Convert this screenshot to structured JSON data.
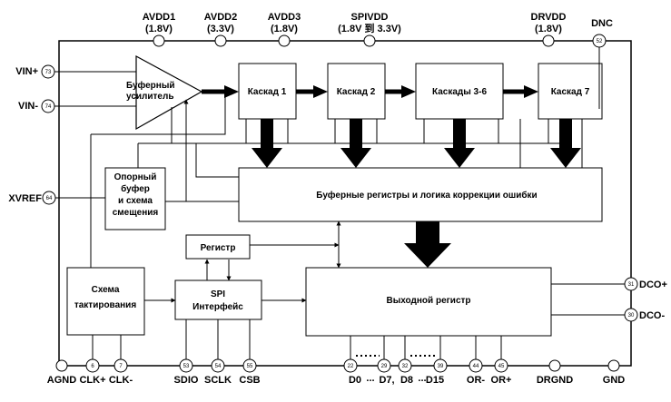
{
  "top_pins": [
    {
      "id": "avdd1",
      "name": "AVDD1",
      "voltage": "(1.8V)"
    },
    {
      "id": "avdd2",
      "name": "AVDD2",
      "voltage": "(3.3V)"
    },
    {
      "id": "avdd3",
      "name": "AVDD3",
      "voltage": "(1.8V)"
    },
    {
      "id": "spivdd",
      "name": "SPIVDD",
      "voltage": "(1.8V 到 3.3V)"
    },
    {
      "id": "drvdd",
      "name": "DRVDD",
      "voltage": "(1.8V)"
    },
    {
      "id": "dnc",
      "name": "DNC",
      "number": "52"
    }
  ],
  "left_pins": [
    {
      "id": "vin-plus",
      "name": "VIN+",
      "number": "73"
    },
    {
      "id": "vin-minus",
      "name": "VIN-",
      "number": "74"
    },
    {
      "id": "xvref",
      "name": "XVREF",
      "number": "64"
    }
  ],
  "right_pins": [
    {
      "id": "dco-plus",
      "name": "DCO+",
      "number": "31"
    },
    {
      "id": "dco-minus",
      "name": "DCO-",
      "number": "30"
    }
  ],
  "bottom_pins": [
    {
      "id": "agnd",
      "name": "AGND"
    },
    {
      "id": "clk-plus",
      "name": "CLK+",
      "number": "6"
    },
    {
      "id": "clk-minus",
      "name": "CLK-",
      "number": "7"
    },
    {
      "id": "sdio",
      "name": "SDIO",
      "number": "53"
    },
    {
      "id": "sclk",
      "name": "SCLK",
      "number": "54"
    },
    {
      "id": "csb",
      "name": "CSB",
      "number": "55"
    },
    {
      "id": "d0",
      "name": "D0",
      "number": "22"
    },
    {
      "id": "d7",
      "name": "D7,",
      "number": "29"
    },
    {
      "id": "d8",
      "name": "D8",
      "number": "32"
    },
    {
      "id": "d15",
      "name": "D15",
      "number": "39"
    },
    {
      "id": "or-minus",
      "name": "OR-",
      "number": "44"
    },
    {
      "id": "or-plus",
      "name": "OR+",
      "number": "45"
    },
    {
      "id": "drgnd",
      "name": "DRGND"
    },
    {
      "id": "gnd",
      "name": "GND"
    }
  ],
  "ellipses": {
    "bus1": "...",
    "bus2": "..."
  },
  "blocks": {
    "buffer_amp": [
      "Буферный",
      "усилитель"
    ],
    "stage1": "Каскад 1",
    "stage2": "Каскад 2",
    "stage3_6": "Каскады 3-6",
    "stage7": "Каскад 7",
    "ref_buffer": [
      "Опорный",
      "буфер",
      "и схема",
      "смещения"
    ],
    "buffer_regs": "Буферные регистры и логика коррекции ошибки",
    "register": "Регистр",
    "clocking": [
      "Схема",
      "тактирования"
    ],
    "spi": [
      "SPI",
      "Интерфейс"
    ],
    "output_reg": "Выходной регистр"
  }
}
